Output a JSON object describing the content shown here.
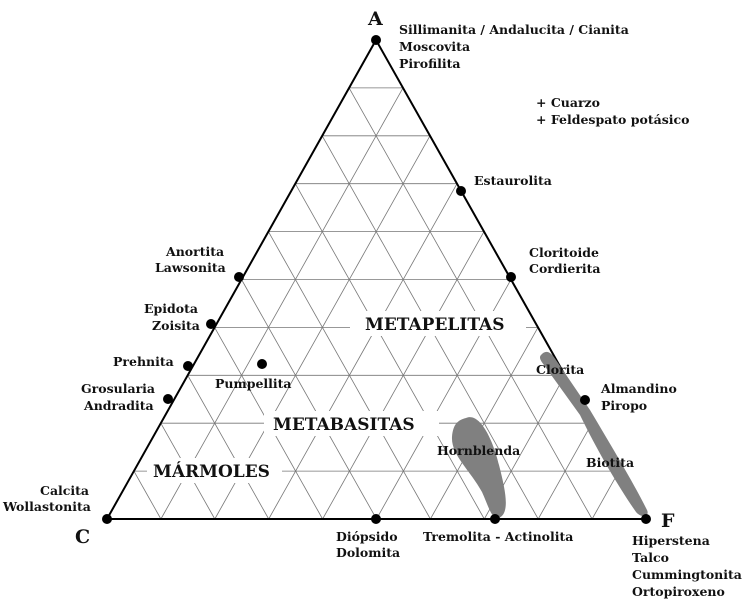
{
  "vertices": {
    "a": "A",
    "c": "C",
    "f": "F"
  },
  "vertex_labels": {
    "a": [
      "Sillimanita / Andalucita / Cianita",
      "Moscovita",
      "Pirofilita"
    ],
    "c": [
      "Calcita",
      "Wollastonita"
    ],
    "f": [
      "Hiperstena",
      "Talco",
      "Cummingtonita",
      "Ortopiroxeno"
    ]
  },
  "note": [
    "+ Cuarzo",
    "+ Feldespato potásico"
  ],
  "fields": {
    "metapelitas": "METAPELITAS",
    "metabasitas": "METABASITAS",
    "marmoles": "MÁRMOLES"
  },
  "minerals": {
    "estaurolita": [
      "Estaurolita"
    ],
    "cloritoide": [
      "Cloritoide",
      "Cordierita"
    ],
    "anortita": [
      "Anortita",
      "Lawsonita"
    ],
    "epidota": [
      "Epidota",
      "Zoisita"
    ],
    "prehnita": [
      "Prehnita"
    ],
    "pumpellita": [
      "Pumpellita"
    ],
    "grosularia": [
      "Grosularia",
      "Andradita"
    ],
    "clorita": [
      "Clorita"
    ],
    "almandino": [
      "Almandino",
      "Piropo"
    ],
    "biotita": [
      "Biotita"
    ],
    "hornblenda": [
      "Hornblenda"
    ],
    "diopsido": [
      "Diópsido",
      "Dolomita"
    ],
    "tremolita": [
      "Tremolita - Actinolita"
    ]
  },
  "colors": {
    "phase_fill": "#808080",
    "grid": "#777777",
    "outline": "#000000"
  }
}
